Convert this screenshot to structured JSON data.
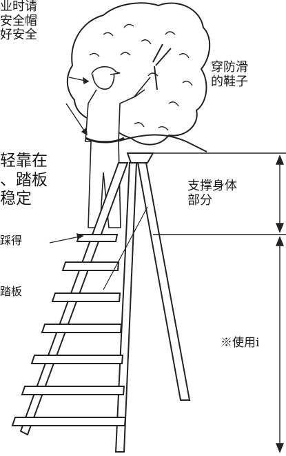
{
  "top_left_lines": [
    "业时请",
    "安全帽",
    "好安全"
  ],
  "shoes_lines": [
    "穿防滑",
    "的鞋子"
  ],
  "lean_lines": [
    "轻靠在",
    "、踏板",
    "稳定"
  ],
  "step_lines": [
    "踩得"
  ],
  "tread_label": "踏板",
  "support_lines": [
    "支撑身体",
    "部分"
  ],
  "usage_label": "※使用i"
}
